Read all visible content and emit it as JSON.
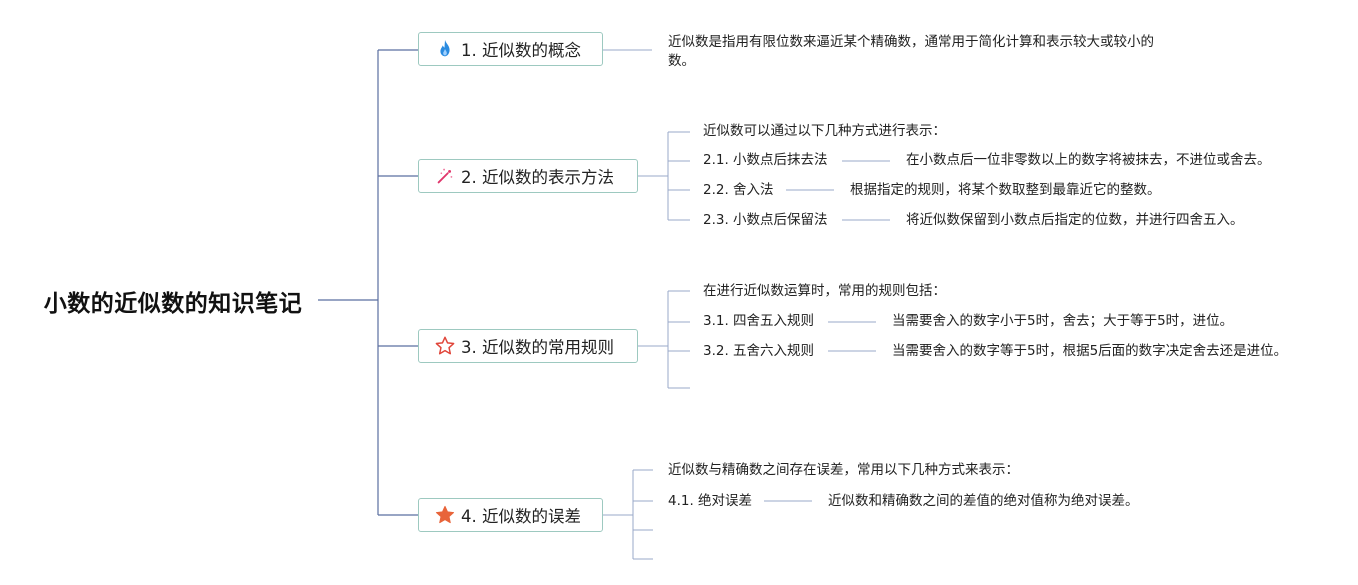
{
  "root": {
    "title": "小数的近似数的知识笔记"
  },
  "topics": [
    {
      "label": "1. 近似数的概念",
      "icon": "flame-icon",
      "icon_color": "#2a8be0",
      "desc": "近似数是指用有限位数来逼近某个精确数，通常用于简化计算和表示较大或较小的数。"
    },
    {
      "label": "2. 近似数的表示方法",
      "icon": "magic-wand-icon",
      "icon_color": "#e0356b",
      "intro": "近似数可以通过以下几种方式进行表示：",
      "items": [
        {
          "label": "2.1. 小数点后抹去法",
          "desc": "在小数点后一位非零数以上的数字将被抹去，不进位或舍去。"
        },
        {
          "label": "2.2. 舍入法",
          "desc": "根据指定的规则，将某个数取整到最靠近它的整数。"
        },
        {
          "label": "2.3. 小数点后保留法",
          "desc": "将近似数保留到小数点后指定的位数，并进行四舍五入。"
        }
      ]
    },
    {
      "label": "3. 近似数的常用规则",
      "icon": "star-outline-icon",
      "icon_color": "#e0453a",
      "intro": "在进行近似数运算时，常用的规则包括：",
      "items": [
        {
          "label": "3.1. 四舍五入规则",
          "desc": "当需要舍入的数字小于5时，舍去；大于等于5时，进位。"
        },
        {
          "label": "3.2. 五舍六入规则",
          "desc": "当需要舍入的数字等于5时，根据5后面的数字决定舍去还是进位。"
        }
      ]
    },
    {
      "label": "4. 近似数的误差",
      "icon": "star-filled-icon",
      "icon_color": "#e8643a",
      "intro": "近似数与精确数之间存在误差，常用以下几种方式来表示：",
      "items": [
        {
          "label": "4.1. 绝对误差",
          "desc": "近似数和精确数之间的差值的绝对值称为绝对误差。"
        }
      ]
    }
  ],
  "colors": {
    "line_main": "#5b6fa0",
    "line_light": "#9aa8c8",
    "topic_border": "#9dc9c0"
  }
}
